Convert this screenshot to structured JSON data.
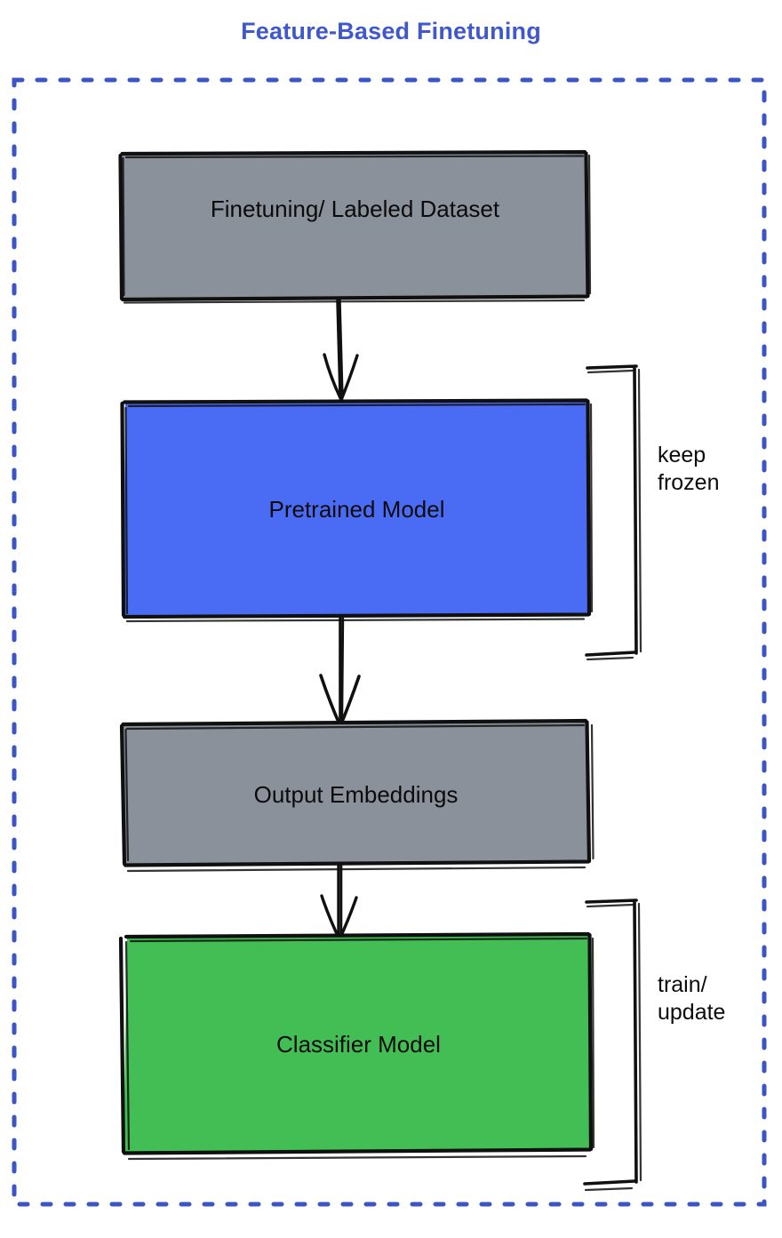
{
  "diagram": {
    "title": "Feature-Based Finetuning",
    "title_color": "#3f58cc",
    "background_color": "#ffffff",
    "container": {
      "name": "dashed-boundary",
      "border_style": "dashed",
      "border_color": "#3b56c4"
    },
    "nodes": [
      {
        "id": "dataset",
        "label": "Finetuning/ Labeled Dataset",
        "fill": "#8a919b",
        "stroke": "#101010"
      },
      {
        "id": "pretrained",
        "label": "Pretrained Model",
        "fill": "#4a6cf5",
        "stroke": "#101010"
      },
      {
        "id": "embeddings",
        "label": "Output Embeddings",
        "fill": "#8a919b",
        "stroke": "#101010"
      },
      {
        "id": "classifier",
        "label": "Classifier Model",
        "fill": "#43be54",
        "stroke": "#101010"
      }
    ],
    "edges": [
      {
        "from": "dataset",
        "to": "pretrained",
        "style": "arrow"
      },
      {
        "from": "pretrained",
        "to": "embeddings",
        "style": "arrow"
      },
      {
        "from": "embeddings",
        "to": "classifier",
        "style": "arrow"
      }
    ],
    "annotations": [
      {
        "id": "keep-frozen",
        "label": "keep\nfrozen",
        "targets": [
          "pretrained"
        ],
        "marker": "square-bracket"
      },
      {
        "id": "train-update",
        "label": "train/\nupdate",
        "targets": [
          "classifier"
        ],
        "marker": "square-bracket"
      }
    ]
  }
}
